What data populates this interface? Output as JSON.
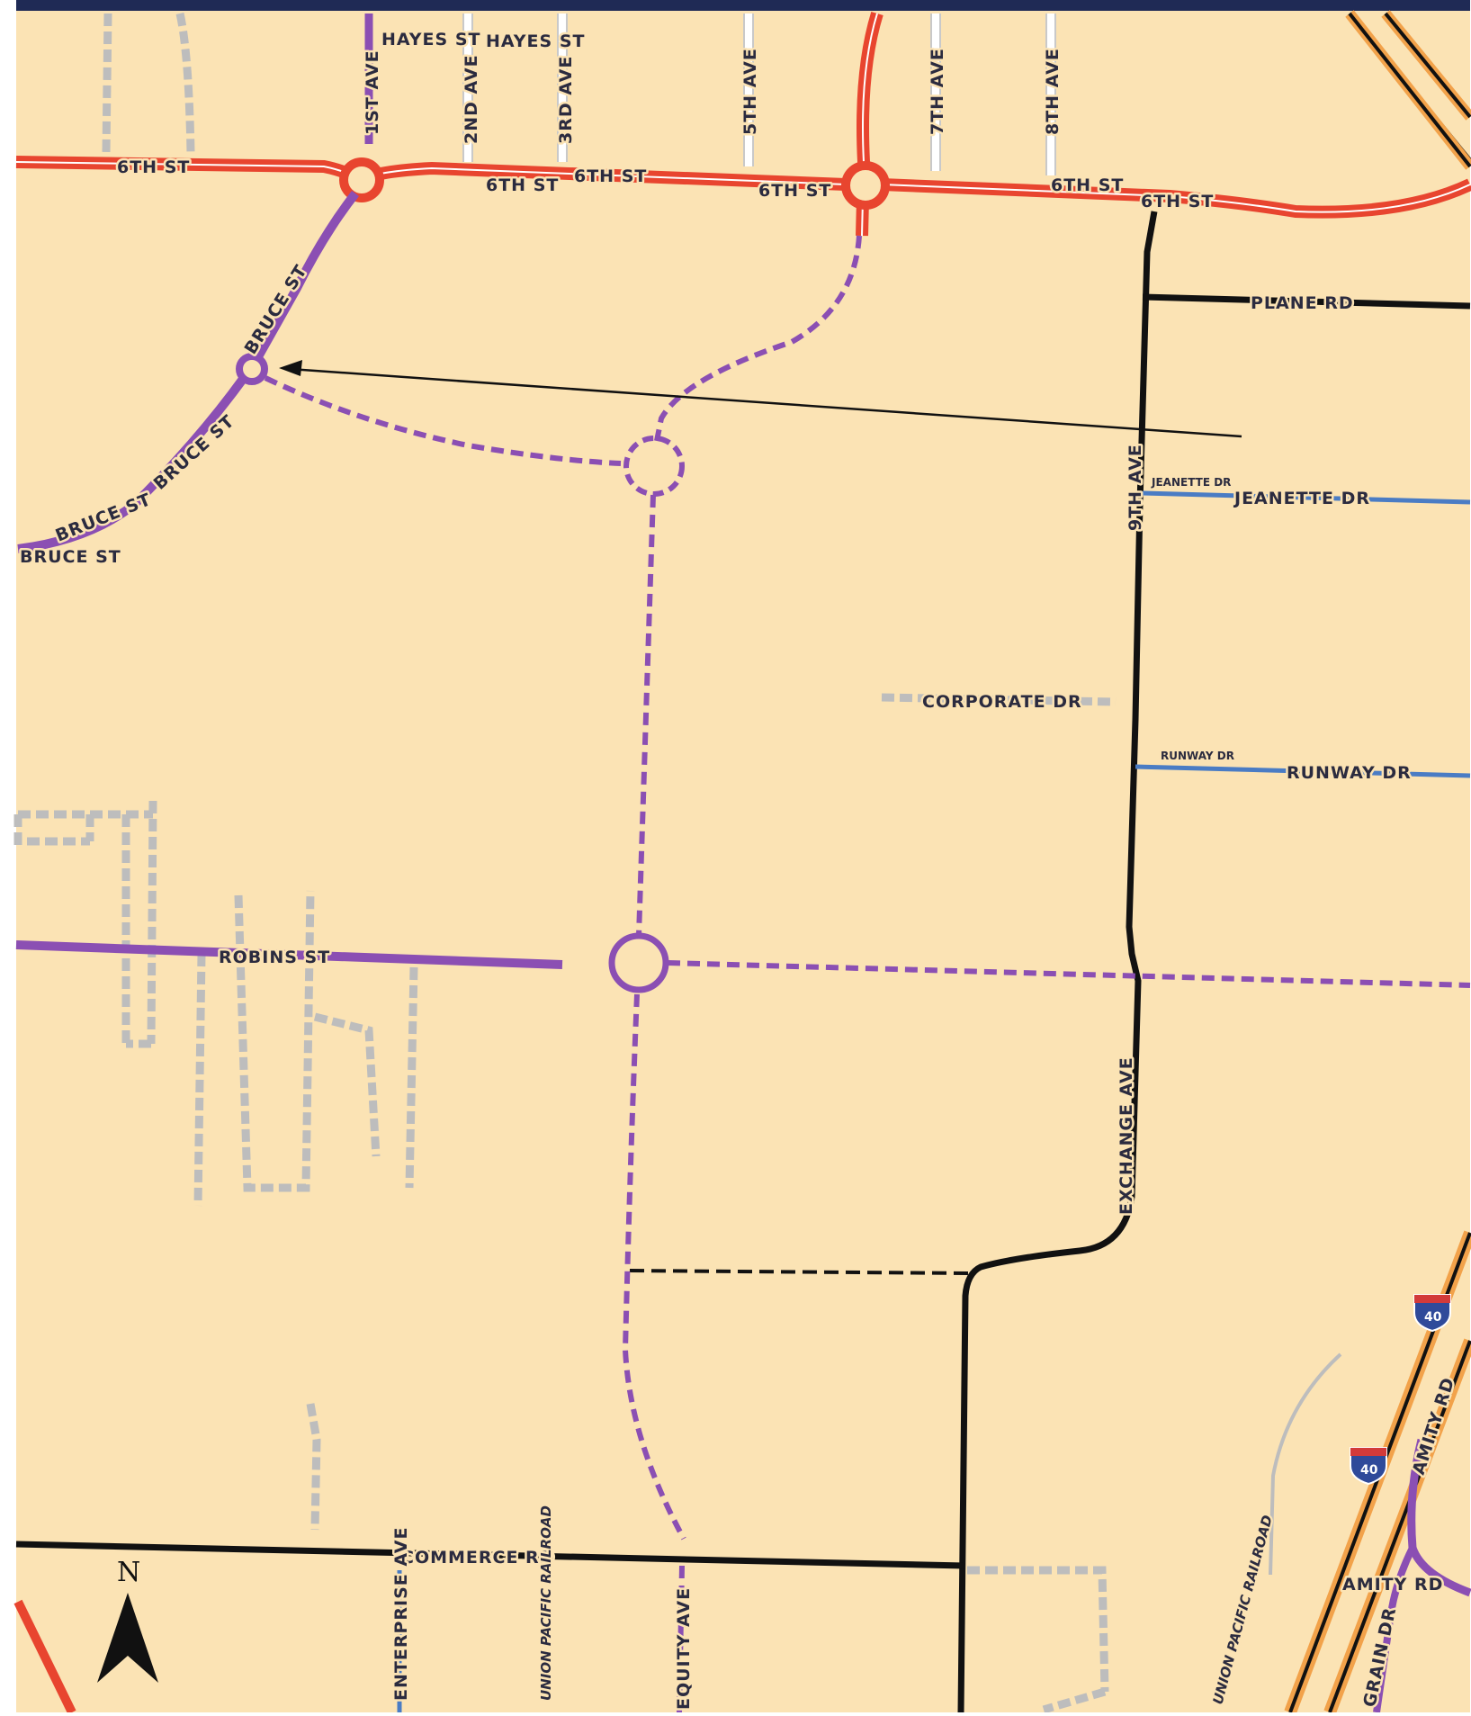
{
  "labels": {
    "sixth_st": "6TH ST",
    "first_ave": "1ST AVE",
    "hayes_st": "HAYES ST",
    "second_ave": "2ND AVE",
    "third_ave": "3RD AVE",
    "fifth_ave": "5TH AVE",
    "seventh_ave": "7TH AVE",
    "eighth_ave": "8TH AVE",
    "bruce_st": "BRUCE ST",
    "plane_rd": "PLANE RD",
    "jeanette_dr": "JEANETTE DR",
    "jeanette_dr_small": "JEANETTE DR",
    "ninth_ave": "9TH AVE",
    "corporate_dr": "CORPORATE DR",
    "runway_dr": "RUNWAY DR",
    "runway_dr_small": "RUNWAY DR",
    "robins_st": "ROBINS ST",
    "exchange_ave": "EXCHANGE AVE",
    "commerce_rd": "COMMERCE RD",
    "enterprise_ave": "ENTERPRISE AVE",
    "union_pacific_railroad": "UNION PACIFIC RAILROAD",
    "equity_ave": "EQUITY AVE",
    "amity_rd": "AMITY RD",
    "grain_dr": "GRAIN DR",
    "interstate_number": "40",
    "north": "N"
  },
  "colors": {
    "background": "#fbe3b4",
    "header_bar": "#1f2a55",
    "major_road": "#e8452f",
    "proposed_road": "#8b4fb3",
    "local_road": "#111111",
    "minor_road": "#4a7cc4",
    "private_road": "#bcbcbc",
    "interstate": "#f2a24a",
    "shield_blue": "#2f4a9a",
    "shield_red": "#d23a3a"
  },
  "legend": {
    "north_arrow_icon": "north-arrow"
  }
}
